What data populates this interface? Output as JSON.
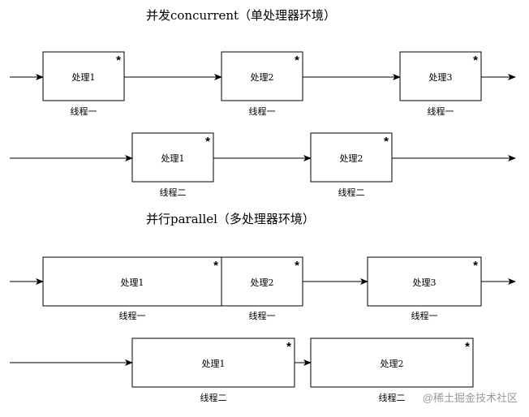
{
  "colors": {
    "line": "#000000",
    "watermark": "#9a9a9a",
    "background": "#ffffff"
  },
  "sections": [
    {
      "title": "并发concurrent（单处理器环境）",
      "threads": [
        {
          "label": "线程一",
          "tasks": [
            "处理1",
            "处理2",
            "处理3"
          ],
          "marker": "*"
        },
        {
          "label": "线程二",
          "tasks": [
            "处理1",
            "处理2"
          ],
          "marker": "*"
        }
      ]
    },
    {
      "title": "并行parallel（多处理器环境）",
      "threads": [
        {
          "label": "线程一",
          "tasks": [
            "处理1",
            "处理2",
            "处理3"
          ],
          "marker": "*"
        },
        {
          "label": "线程二",
          "tasks": [
            "处理1",
            "处理2"
          ],
          "marker": "*"
        }
      ]
    }
  ],
  "watermark": {
    "icon": "juejin-at-icon",
    "text": "@稀土掘金技术社区"
  }
}
